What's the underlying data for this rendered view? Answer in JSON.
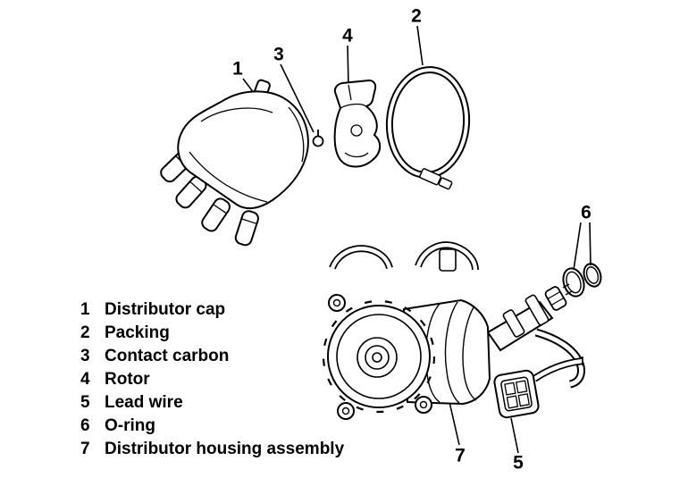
{
  "colors": {
    "ink": "#000000",
    "background": "#ffffff"
  },
  "legend": {
    "items": [
      {
        "num": "1",
        "label": "Distributor cap"
      },
      {
        "num": "2",
        "label": "Packing"
      },
      {
        "num": "3",
        "label": "Contact carbon"
      },
      {
        "num": "4",
        "label": "Rotor"
      },
      {
        "num": "5",
        "label": "Lead wire"
      },
      {
        "num": "6",
        "label": "O-ring"
      },
      {
        "num": "7",
        "label": "Distributor housing assembly"
      }
    ]
  }
}
